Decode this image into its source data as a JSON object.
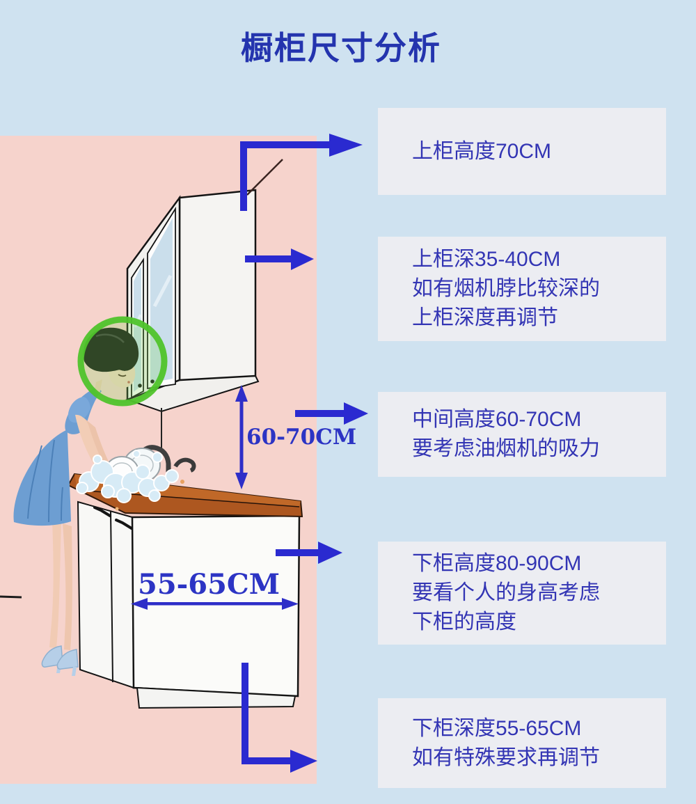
{
  "title": "橱柜尺寸分析",
  "annotations": [
    {
      "lines": [
        "上柜高度70CM"
      ]
    },
    {
      "lines": [
        "上柜深35-40CM",
        "如有烟机脖比较深的",
        "上柜深度再调节"
      ]
    },
    {
      "lines": [
        "中间高度60-70CM",
        "要考虑油烟机的吸力"
      ]
    },
    {
      "lines": [
        "下柜高度80-90CM",
        "要看个人的身高考虑",
        "下柜的高度"
      ]
    },
    {
      "lines": [
        "下柜深度55-65CM",
        "如有特殊要求再调节"
      ]
    }
  ],
  "diagram": {
    "middle_gap_label": "60-70CM",
    "base_depth_label": "55-65CM"
  },
  "colors": {
    "page_background": "#cfe2f0",
    "wall_pink": "#f6d3cc",
    "note_box_background": "#ecedf2",
    "text_blue": "#3335b4",
    "title_blue": "#2434ae",
    "arrow_blue": "#2a2ad0",
    "dimension_blue": "#2c34c4",
    "highlight_circle_green": "#4fc32b",
    "countertop_brown": "#ad5720",
    "dress_blue": "#6d9ed2"
  }
}
